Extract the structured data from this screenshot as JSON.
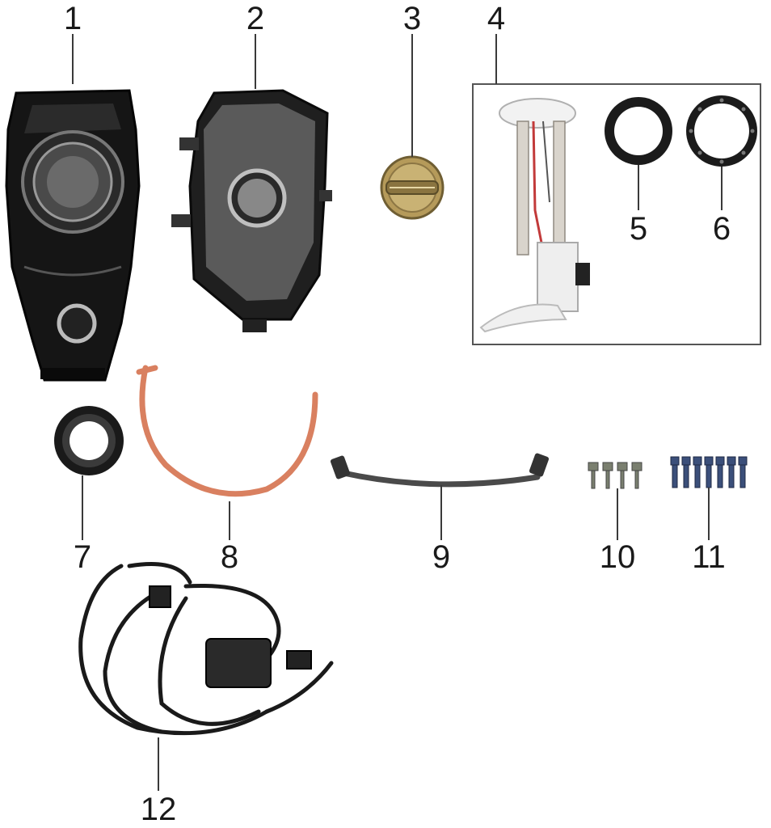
{
  "callouts": [
    {
      "id": "1",
      "label": "1"
    },
    {
      "id": "2",
      "label": "2"
    },
    {
      "id": "3",
      "label": "3"
    },
    {
      "id": "4",
      "label": "4"
    },
    {
      "id": "5",
      "label": "5"
    },
    {
      "id": "6",
      "label": "6"
    },
    {
      "id": "7",
      "label": "7"
    },
    {
      "id": "8",
      "label": "8"
    },
    {
      "id": "9",
      "label": "9"
    },
    {
      "id": "10",
      "label": "10"
    },
    {
      "id": "11",
      "label": "11"
    },
    {
      "id": "12",
      "label": "12"
    }
  ],
  "colors": {
    "tank_black": "#151515",
    "shell_black": "#1f1f1f",
    "brass": "#b59a5a",
    "hose_orange": "#d98060",
    "pump_white": "#eeeeee",
    "bolt_blue": "#3b4f7a",
    "bolt_grey": "#7a7f6f"
  },
  "parts": [
    {
      "id": "1",
      "icon": "fuel-tank-icon"
    },
    {
      "id": "2",
      "icon": "tank-cover-icon"
    },
    {
      "id": "3",
      "icon": "fuel-cap-icon"
    },
    {
      "id": "4",
      "icon": "fuel-pump-assembly-icon"
    },
    {
      "id": "5",
      "icon": "pump-gasket-icon"
    },
    {
      "id": "6",
      "icon": "pump-retainer-ring-icon"
    },
    {
      "id": "7",
      "icon": "filler-neck-seal-icon"
    },
    {
      "id": "8",
      "icon": "drain-hose-icon"
    },
    {
      "id": "9",
      "icon": "fuel-line-icon"
    },
    {
      "id": "10",
      "icon": "flange-bolts-icon"
    },
    {
      "id": "11",
      "icon": "socket-bolts-icon"
    },
    {
      "id": "12",
      "icon": "wiring-harness-icon"
    }
  ]
}
